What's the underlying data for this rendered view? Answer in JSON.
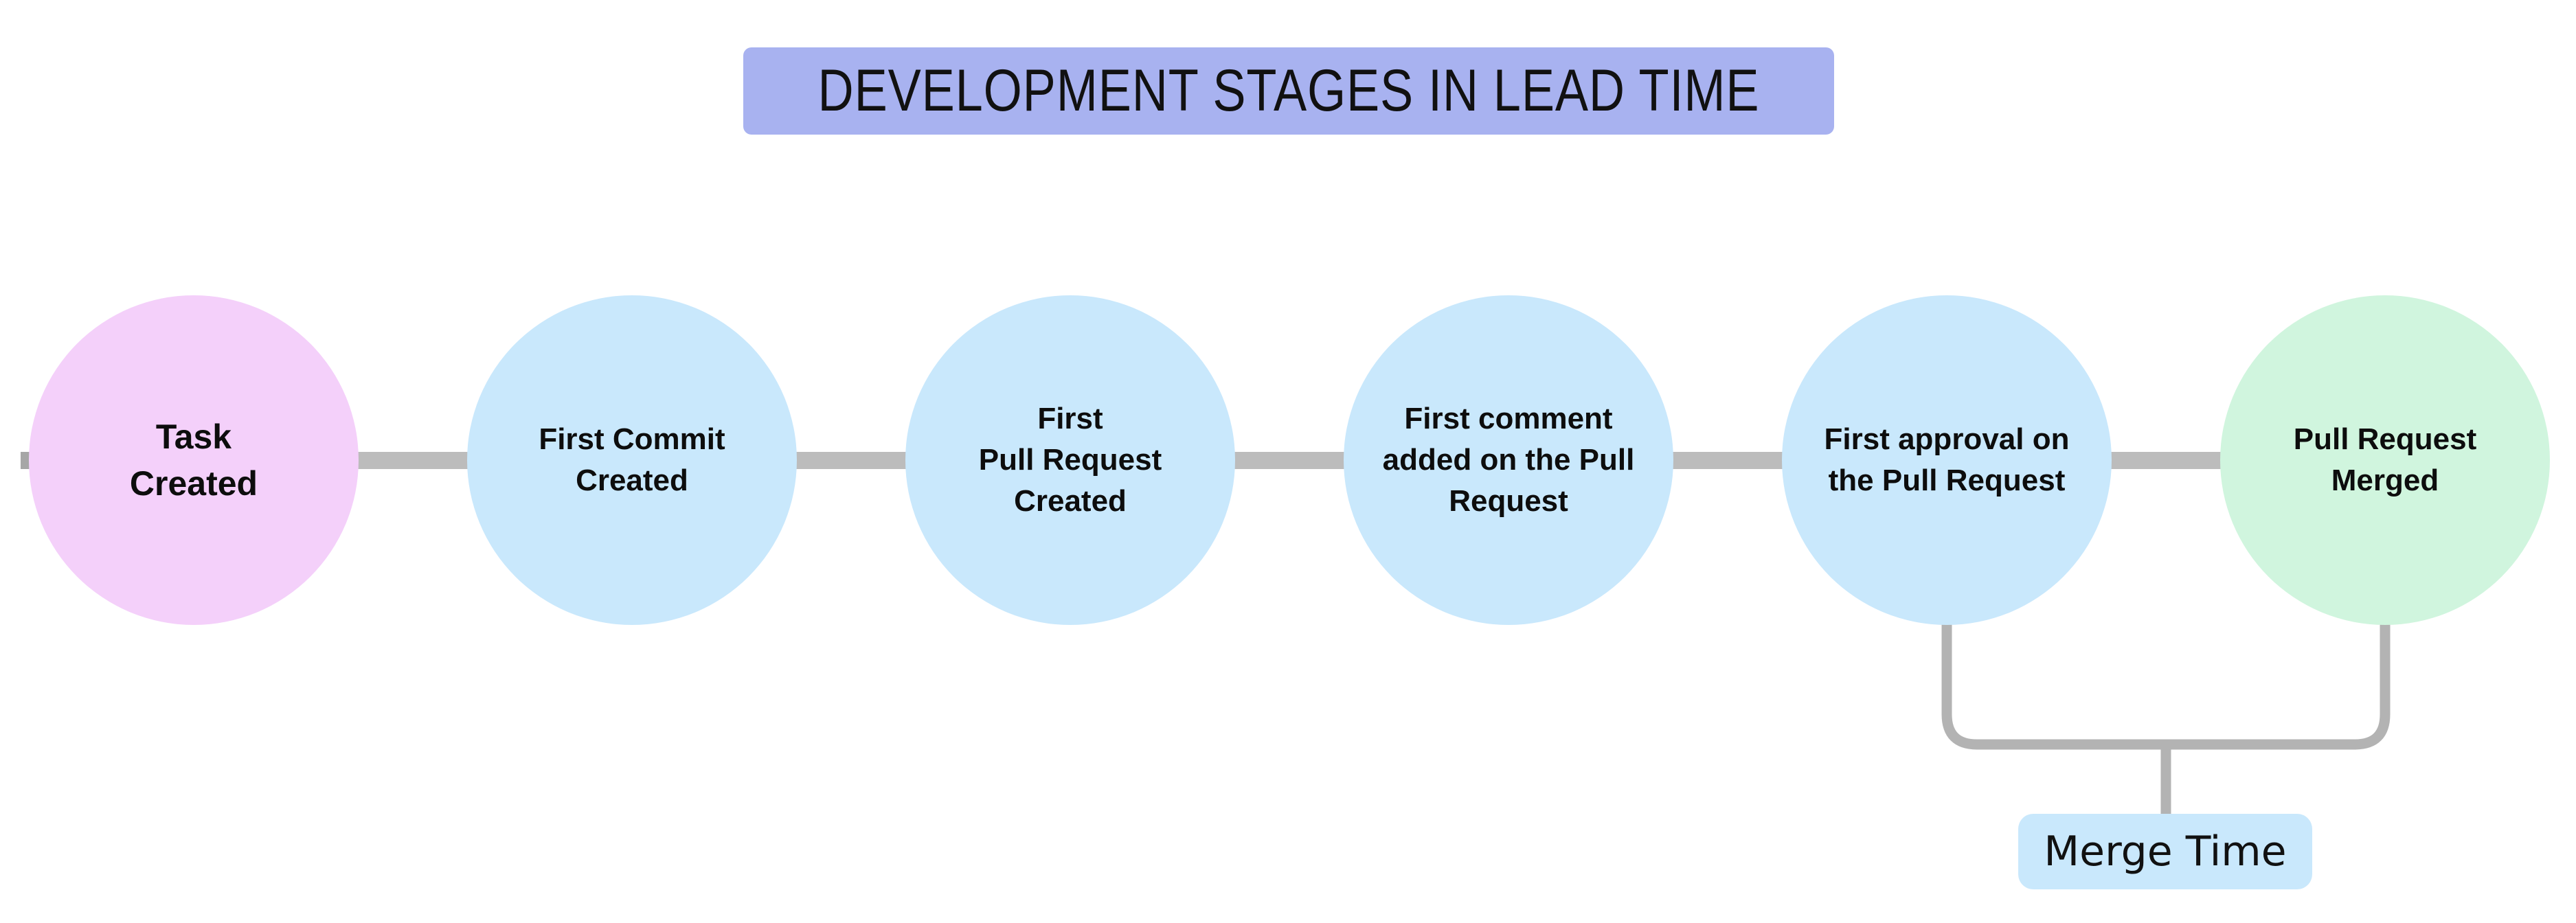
{
  "title": "DEVELOPMENT STAGES IN LEAD TIME",
  "stages": [
    {
      "id": "task-created",
      "label": "Task\nCreated",
      "color": "#f4d0fa"
    },
    {
      "id": "first-commit-created",
      "label": "First Commit\nCreated",
      "color": "#c9e8fc"
    },
    {
      "id": "first-pull-request-created",
      "label": "First\nPull Request\nCreated",
      "color": "#c9e8fc"
    },
    {
      "id": "first-comment-added",
      "label": "First comment\nadded on the Pull\nRequest",
      "color": "#c9e8fc"
    },
    {
      "id": "first-approval",
      "label": "First approval on\nthe Pull Request",
      "color": "#c9e8fc"
    },
    {
      "id": "pull-request-merged",
      "label": "Pull Request\nMerged",
      "color": "#d0f5de"
    }
  ],
  "merge_time": {
    "label": "Merge Time",
    "bg": "#c9e8fc"
  },
  "colors": {
    "background": "#ffffff",
    "title_bg": "#a8b2f0",
    "connector": "#bcbcbc",
    "connector_stub": "#a6a6a6",
    "bracket": "#b3b3b3",
    "text": "#0d0d0d"
  }
}
